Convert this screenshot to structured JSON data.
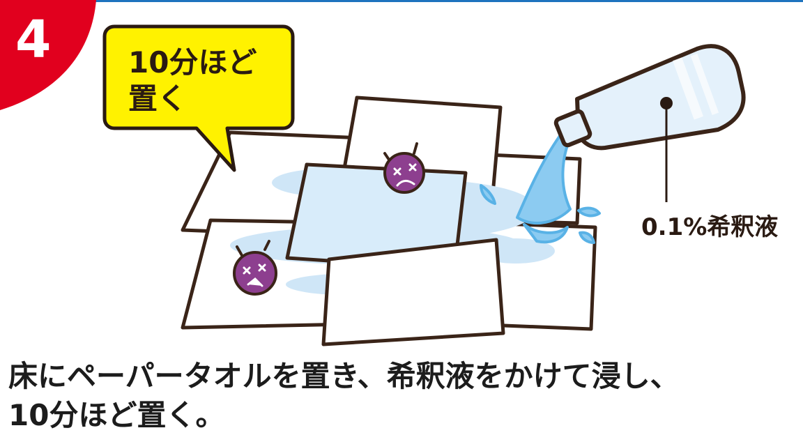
{
  "step": {
    "number": "4",
    "badge_color": "#e1001e"
  },
  "speech_bubble": {
    "line1": "10分ほど",
    "line2": "置く",
    "fill_color": "#fff200"
  },
  "bottle_callout": {
    "label": "0.1%希釈液"
  },
  "caption": {
    "line1": "床にペーパータオルを置き、希釈液をかけて浸し、",
    "line2": "10分ほど置く。"
  },
  "icons": [
    "virus-character-icon",
    "water-bottle-icon",
    "paper-towel-icon",
    "water-splash-icon"
  ],
  "colors": {
    "outline": "#3a2418",
    "water": "#bfe0f6",
    "water_dark": "#59b2e6",
    "virus": "#8d3f8f",
    "accent_blue": "#1e73be"
  }
}
